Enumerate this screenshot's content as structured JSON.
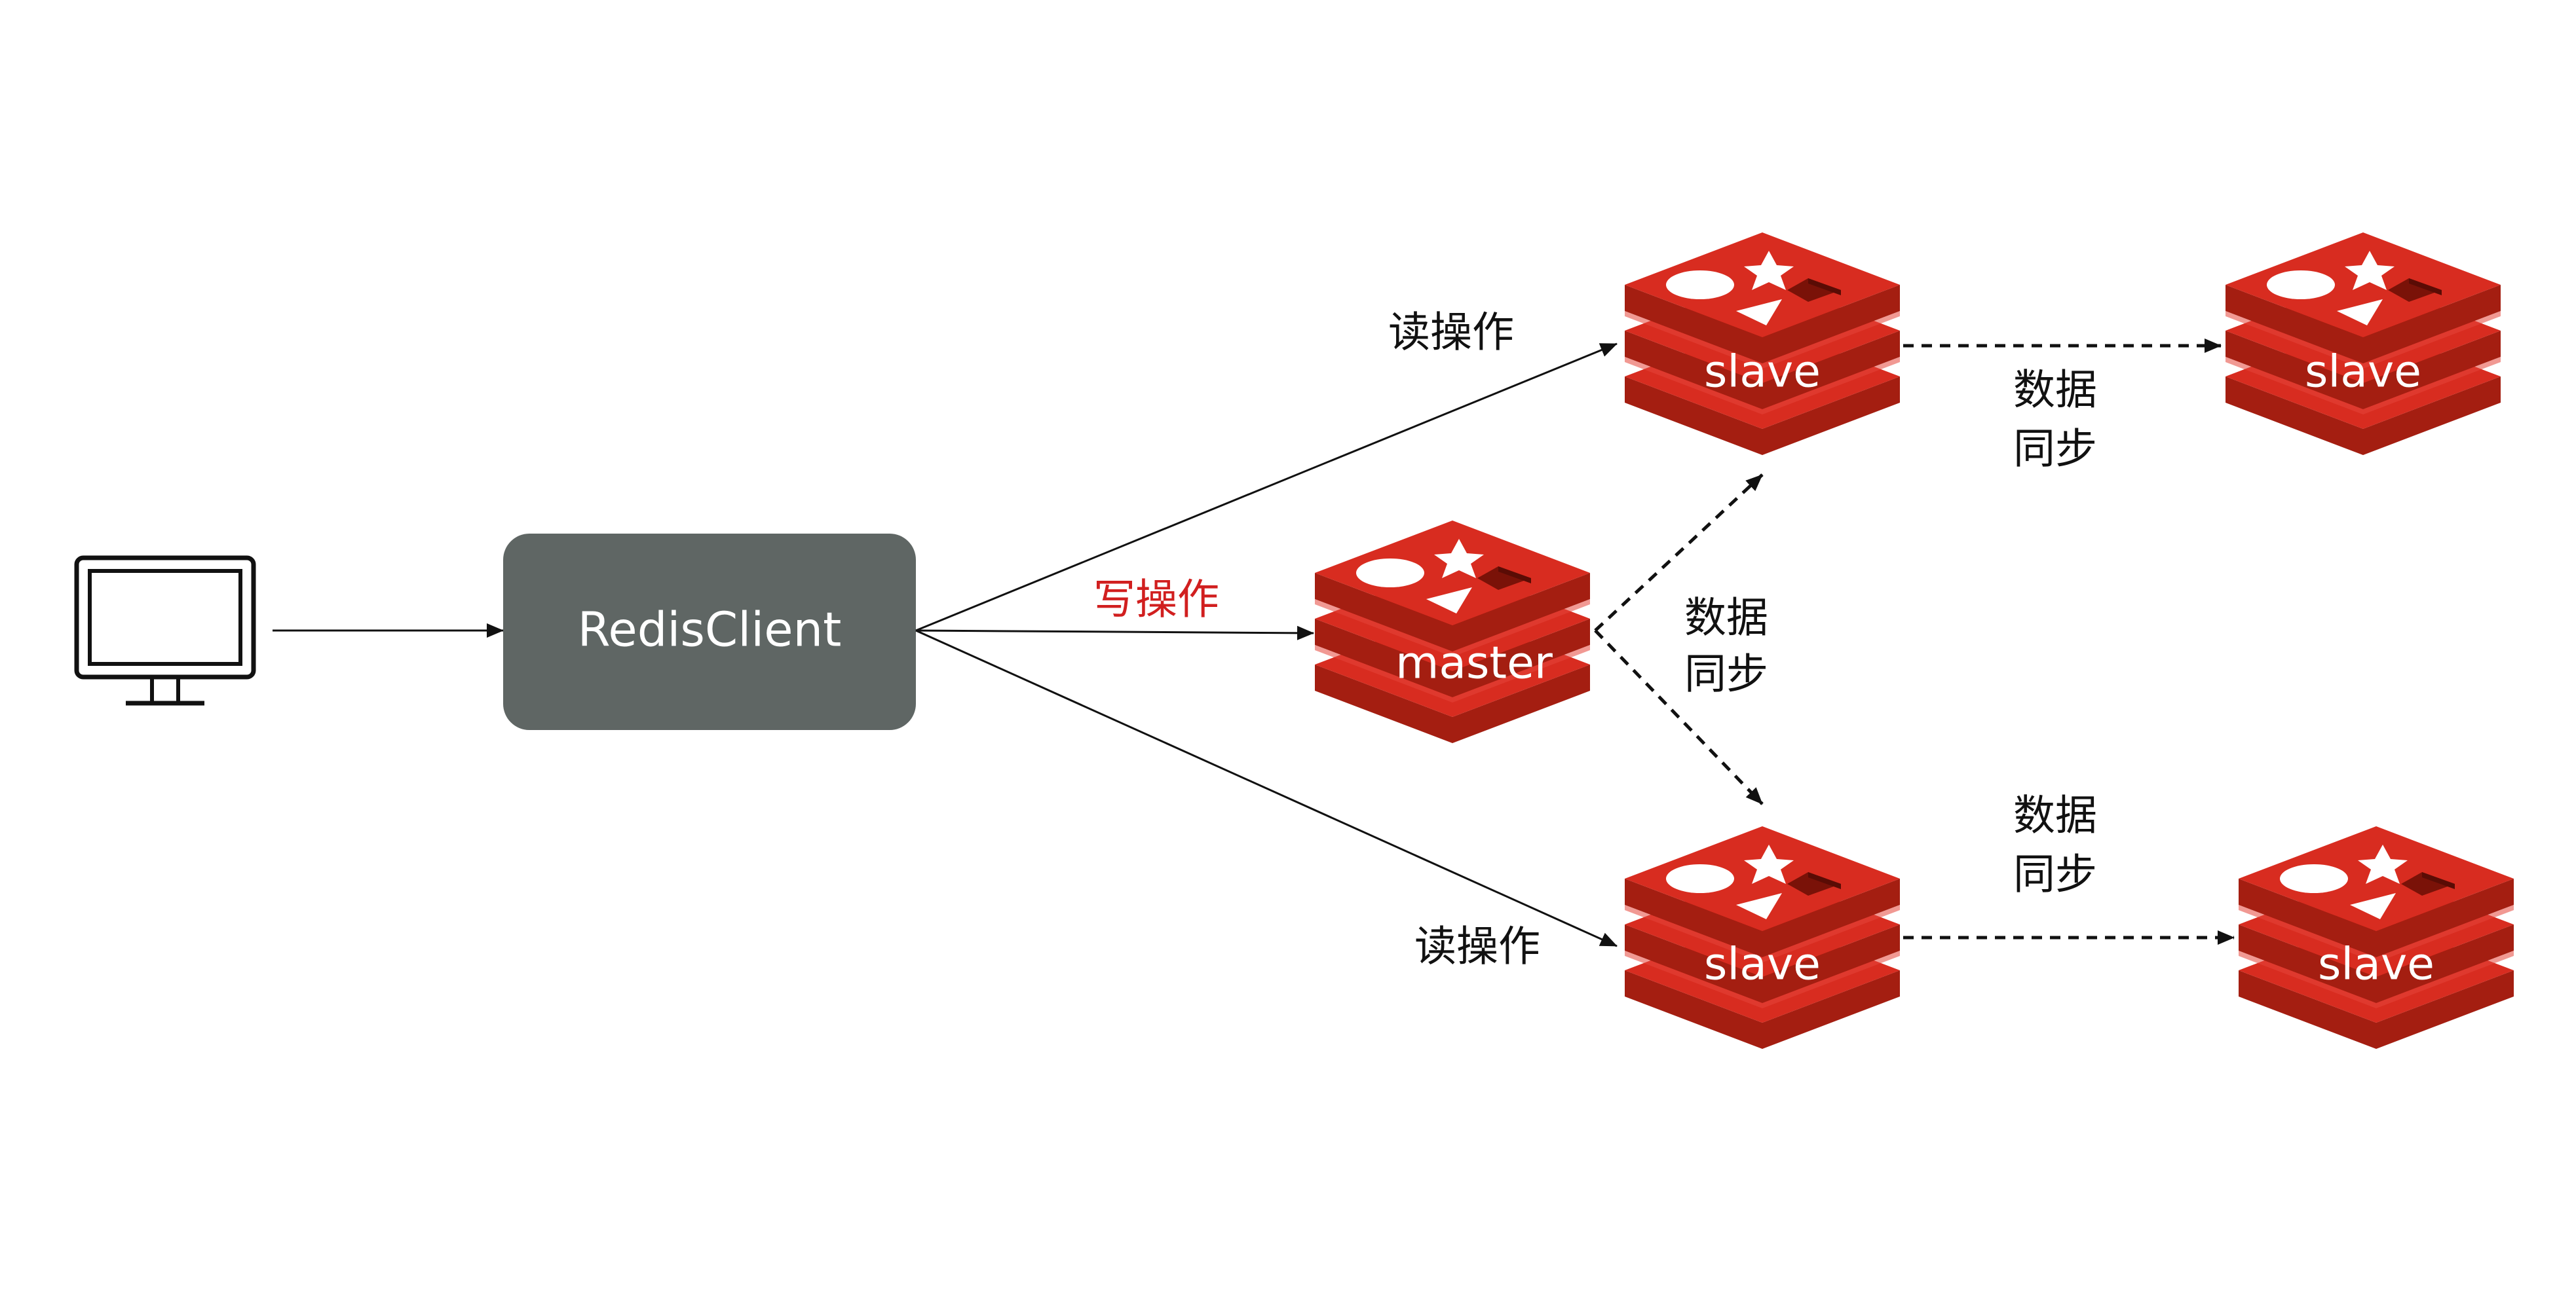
{
  "nodes": {
    "computer": {
      "icon": "monitor-icon"
    },
    "client": {
      "label": "RedisClient"
    },
    "master": {
      "label": "master",
      "icon": "redis-logo-icon"
    },
    "slave_top": {
      "label": "slave",
      "icon": "redis-logo-icon"
    },
    "slave_top_right": {
      "label": "slave",
      "icon": "redis-logo-icon"
    },
    "slave_bottom": {
      "label": "slave",
      "icon": "redis-logo-icon"
    },
    "slave_bottom_right": {
      "label": "slave",
      "icon": "redis-logo-icon"
    }
  },
  "edges": {
    "write": {
      "label": "写操作"
    },
    "read_top": {
      "label": "读操作"
    },
    "read_bottom": {
      "label": "读操作"
    },
    "sync_master_line1": "数据",
    "sync_master_line2": "同步",
    "sync_top_line1": "数据",
    "sync_top_line2": "同步",
    "sync_bottom_line1": "数据",
    "sync_bottom_line2": "同步"
  },
  "colors": {
    "client_fill": "#5f6664",
    "redis_red": "#d82c20",
    "redis_dark": "#a41e11",
    "redis_light": "#e6463a",
    "write_label": "#d11f1f",
    "arrow": "#111111"
  }
}
